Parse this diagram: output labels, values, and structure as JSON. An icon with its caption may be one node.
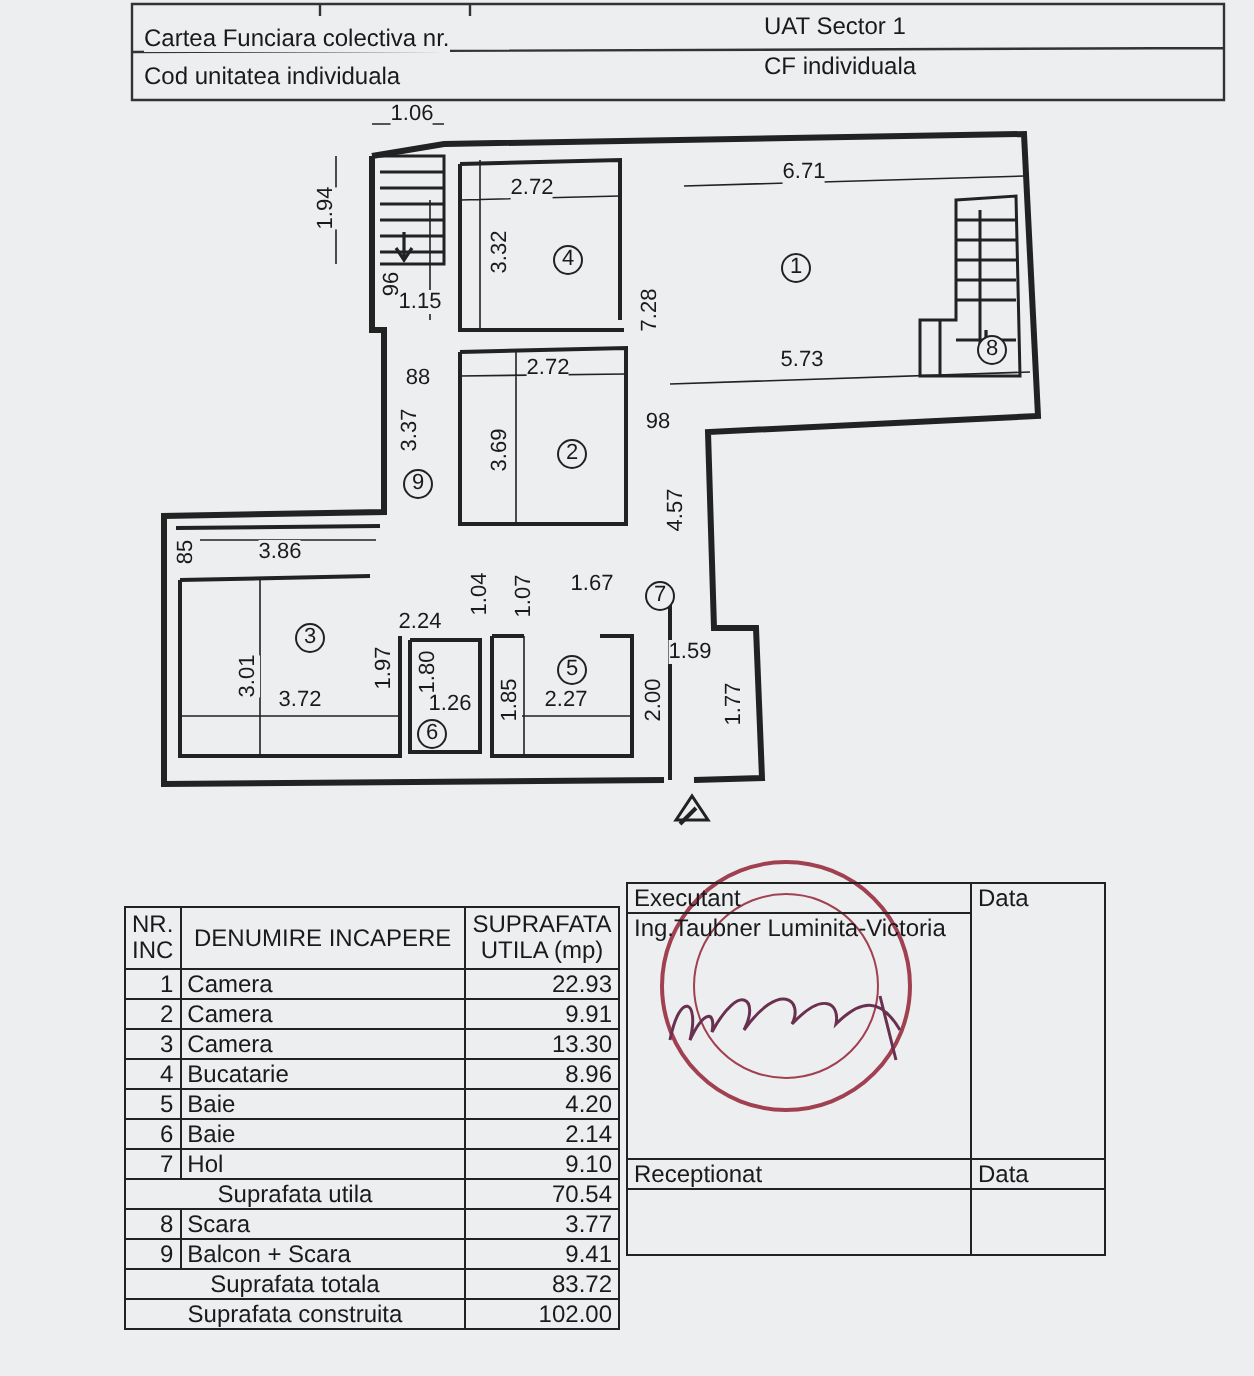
{
  "diagram": {
    "labels": [
      "UAT Sector  1",
      "Cartea Funciara colectiva nr.",
      "CF individuala",
      "Cod unitatea individuala",
      "1.06",
      "1.94",
      "2.72",
      "6.71",
      "4",
      "1",
      "3.32",
      "96",
      "1.15",
      "7.28",
      "5.73",
      "8",
      "88",
      "2.72",
      "98",
      "3.37",
      "3.69",
      "2",
      "9",
      "4.57",
      "85",
      "3.86",
      "1.04",
      "1.07",
      "1.67",
      "7",
      "2.24",
      "3",
      "3.01",
      "1.97",
      "1.80",
      "5",
      "1.59",
      "3.72",
      "1.26",
      "1.85",
      "2.27",
      "2.00",
      "1.77",
      "6",
      "NR. INC",
      "DENUMIRE INCAPERE",
      "SUPRAFATA UTILA (mp)",
      "1",
      "Camera",
      "22.93",
      "2",
      "Camera",
      "9.91",
      "3",
      "Camera",
      "13.30",
      "4",
      "Bucatarie",
      "8.96",
      "5",
      "Baie",
      "4.20",
      "6",
      "Baie",
      "2.14",
      "7",
      "Hol",
      "9.10",
      "Suprafata utila",
      "70.54",
      "8",
      "Scara",
      "3.77",
      "9",
      "Balcon + Scara",
      "9.41",
      "Suprafata totala",
      "83.72",
      "Suprafata construita",
      "102.00",
      "Executant",
      "Data",
      "Ing.Taubner Luminita-Victoria",
      "Receptionat",
      "Data"
    ]
  }
}
